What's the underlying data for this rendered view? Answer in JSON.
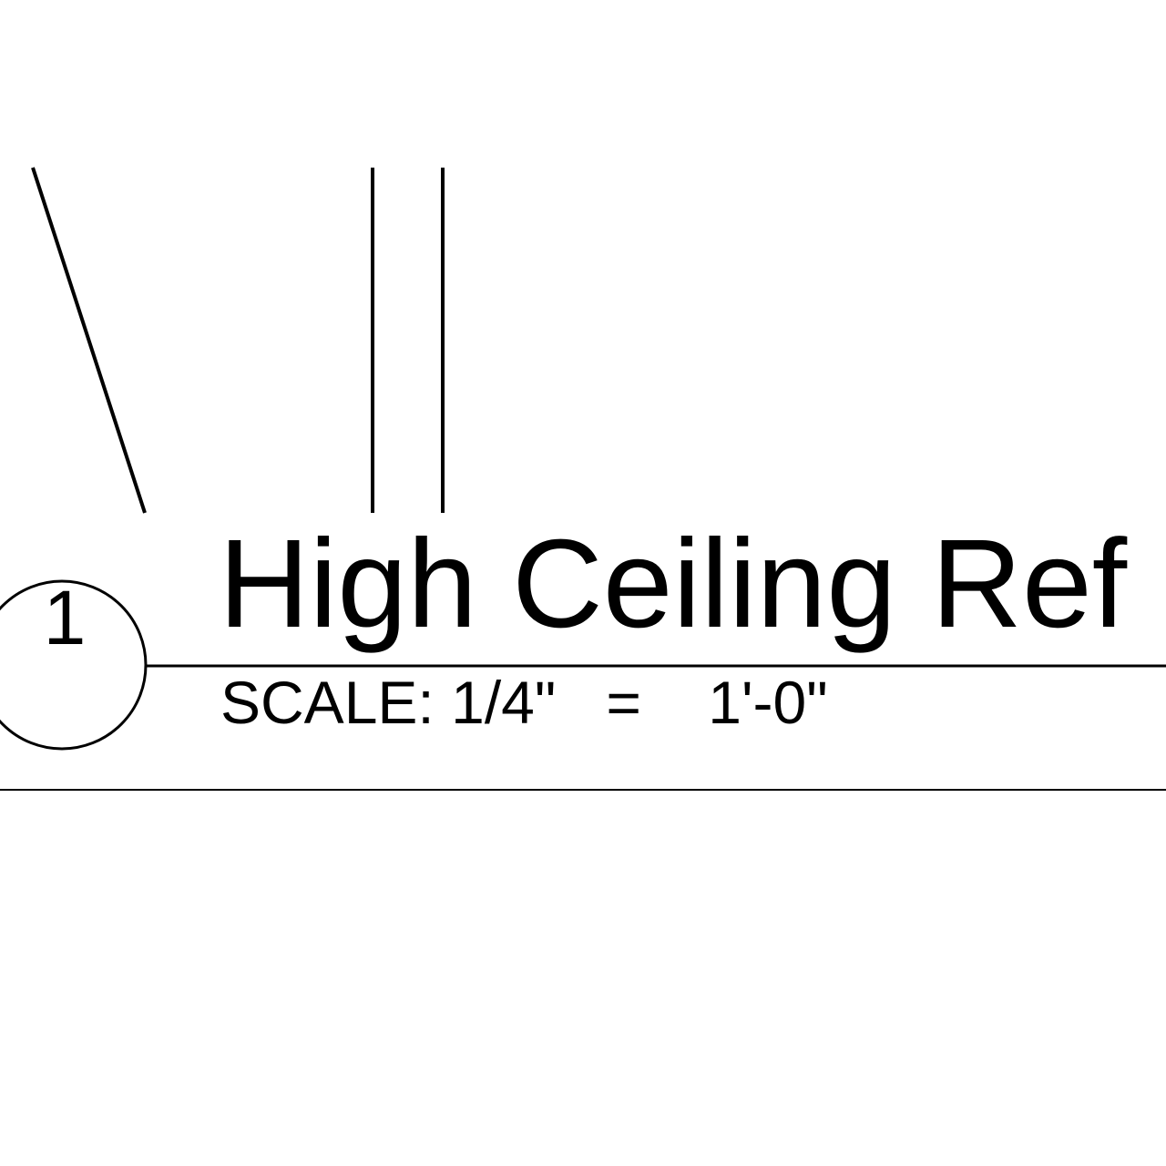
{
  "drawing": {
    "view_number": "1",
    "view_title": "High Ceiling Ref",
    "scale": {
      "prefix": "SCALE:",
      "drawing_value": "1/4\"",
      "equals": "=",
      "real_value": "1'-0\""
    }
  },
  "colors": {
    "ink": "#000000",
    "paper": "#ffffff"
  }
}
